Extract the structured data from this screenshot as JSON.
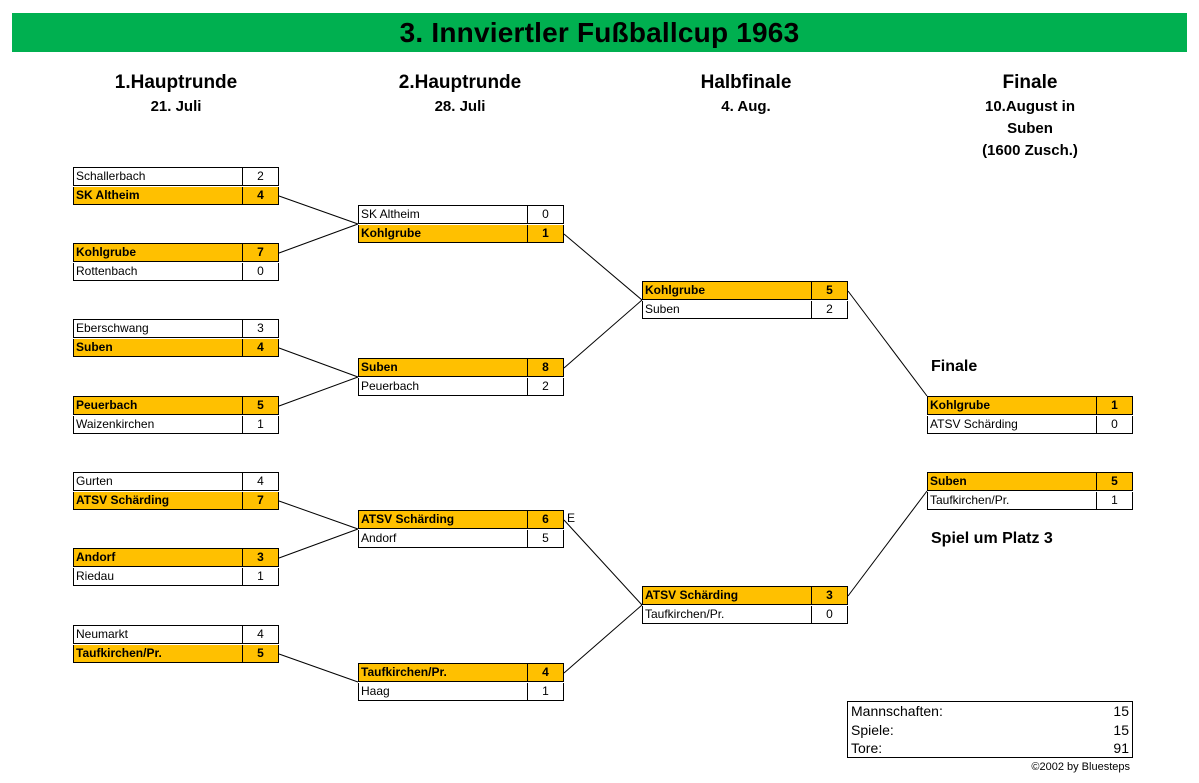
{
  "title": "3. Innviertler Fußballcup 1963",
  "rounds": [
    {
      "title": "1.Hauptrunde",
      "date": "21. Juli"
    },
    {
      "title": "2.Hauptrunde",
      "date": "28. Juli"
    },
    {
      "title": "Halbfinale",
      "date": "4. Aug."
    },
    {
      "title": "Finale",
      "date": "10.August in\nSuben\n(1600 Zusch.)"
    }
  ],
  "matches": [
    {
      "round": 0,
      "teams": [
        {
          "name": "Schallerbach",
          "score": "2",
          "winner": false
        },
        {
          "name": "SK Altheim",
          "score": "4",
          "winner": true
        }
      ]
    },
    {
      "round": 0,
      "teams": [
        {
          "name": "Kohlgrube",
          "score": "7",
          "winner": true
        },
        {
          "name": "Rottenbach",
          "score": "0",
          "winner": false
        }
      ]
    },
    {
      "round": 0,
      "teams": [
        {
          "name": "Eberschwang",
          "score": "3",
          "winner": false
        },
        {
          "name": "Suben",
          "score": "4",
          "winner": true
        }
      ]
    },
    {
      "round": 0,
      "teams": [
        {
          "name": "Peuerbach",
          "score": "5",
          "winner": true
        },
        {
          "name": "Waizenkirchen",
          "score": "1",
          "winner": false
        }
      ]
    },
    {
      "round": 0,
      "teams": [
        {
          "name": "Gurten",
          "score": "4",
          "winner": false
        },
        {
          "name": "ATSV Schärding",
          "score": "7",
          "winner": true
        }
      ]
    },
    {
      "round": 0,
      "teams": [
        {
          "name": "Andorf",
          "score": "3",
          "winner": true
        },
        {
          "name": "Riedau",
          "score": "1",
          "winner": false
        }
      ]
    },
    {
      "round": 0,
      "teams": [
        {
          "name": "Neumarkt",
          "score": "4",
          "winner": false
        },
        {
          "name": "Taufkirchen/Pr.",
          "score": "5",
          "winner": true
        }
      ]
    },
    {
      "round": 1,
      "teams": [
        {
          "name": "SK Altheim",
          "score": "0",
          "winner": false
        },
        {
          "name": "Kohlgrube",
          "score": "1",
          "winner": true
        }
      ]
    },
    {
      "round": 1,
      "teams": [
        {
          "name": "Suben",
          "score": "8",
          "winner": true
        },
        {
          "name": "Peuerbach",
          "score": "2",
          "winner": false
        }
      ]
    },
    {
      "round": 1,
      "teams": [
        {
          "name": "ATSV Schärding",
          "score": "6",
          "winner": true
        },
        {
          "name": "Andorf",
          "score": "5",
          "winner": false
        }
      ],
      "note": "E"
    },
    {
      "round": 1,
      "teams": [
        {
          "name": "Taufkirchen/Pr.",
          "score": "4",
          "winner": true
        },
        {
          "name": "Haag",
          "score": "1",
          "winner": false
        }
      ]
    },
    {
      "round": 2,
      "teams": [
        {
          "name": "Kohlgrube",
          "score": "5",
          "winner": true
        },
        {
          "name": "Suben",
          "score": "2",
          "winner": false
        }
      ]
    },
    {
      "round": 2,
      "teams": [
        {
          "name": "ATSV Schärding",
          "score": "3",
          "winner": true
        },
        {
          "name": "Taufkirchen/Pr.",
          "score": "0",
          "winner": false
        }
      ]
    },
    {
      "round": 3,
      "label": "Finale",
      "teams": [
        {
          "name": "Kohlgrube",
          "score": "1",
          "winner": true
        },
        {
          "name": "ATSV Schärding",
          "score": "0",
          "winner": false
        }
      ]
    },
    {
      "round": 3,
      "label": "Spiel um Platz 3",
      "teams": [
        {
          "name": "Suben",
          "score": "5",
          "winner": true
        },
        {
          "name": "Taufkirchen/Pr.",
          "score": "1",
          "winner": false
        }
      ]
    }
  ],
  "stats": [
    {
      "label": "Mannschaften:",
      "value": "15"
    },
    {
      "label": "Spiele:",
      "value": "15"
    },
    {
      "label": "Tore:",
      "value": "91"
    }
  ],
  "copyright": "©2002 by Bluesteps",
  "colors": {
    "banner": "#00b050",
    "winner": "#ffc000"
  }
}
